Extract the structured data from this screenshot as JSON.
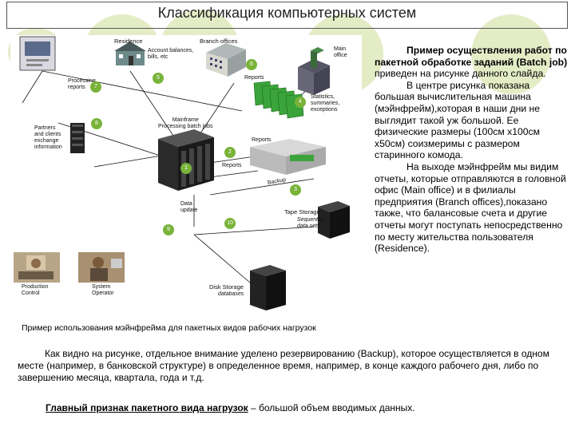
{
  "title": "Классификация компьютерных систем",
  "diagram": {
    "labels": {
      "residence": "Residence",
      "branch_offices": "Branch offices",
      "account_balances": "Account balances,\nbills, etc",
      "main_office": "Main\noffice",
      "processing_reports": "Processing\nreports",
      "reports_top": "Reports",
      "statistics": "Statistics,\nsummaries,\nexceptions",
      "partners": "Partners\nand clients\nexchange\ninformation",
      "mainframe": "Mainframe\nProcessing batch jobs",
      "reports_printer": "Reports",
      "reports_mid": "Reports",
      "backup": "Backup",
      "data_update": "Data\nupdate",
      "tape_storage": "Tape Storage",
      "sequential": "Sequential\ndata sets",
      "production_control": "Production\nControl",
      "system_operator": "System\nOperator",
      "disk_storage": "Disk Storage",
      "databases": "databases"
    },
    "numbers": [
      "1",
      "2",
      "3",
      "4",
      "5",
      "6",
      "7",
      "8",
      "9",
      "10"
    ]
  },
  "right_text": {
    "p1_bold": "Пример осуществления работ по пакетной обработке заданий (Batch job)",
    "p1_rest": " приведен на рисунке данного слайда.",
    "p2": "В центре рисунка показана большая вычислительная машина (мэйнфрейм),которая в наши дни не выглядит такой уж большой. Ее физические размеры (100см х100см х50см) соизмеримы с размером старинного комода.",
    "p3": "На выходе мэйнфрейм мы видим отчеты, которые отправляются в головной офис (Main office) и в филиалы предприятия (Branch offices),показано также, что балансовые счета и другие отчеты могут поступать непосредственно по месту жительства пользователя (Residence)."
  },
  "caption": "Пример использования мэйнфрейма для пакетных видов рабочих нагрузок",
  "body_paragraph": "Как видно на рисунке, отдельное внимание уделено резервированию (Backup), которое осуществляется в одном месте (например, в банковской структуре) в определенное время, например, в конце каждого рабочего дня, либо по завершению месяца, квартала, года и т.д.",
  "bottom": {
    "key": "Главный признак пакетного вида нагрузок",
    "rest": " – большой объем вводимых данных."
  },
  "colors": {
    "decor_circle": "#e4ecc6",
    "number_badge": "#79b33a",
    "report_green": "#3aa43a"
  }
}
